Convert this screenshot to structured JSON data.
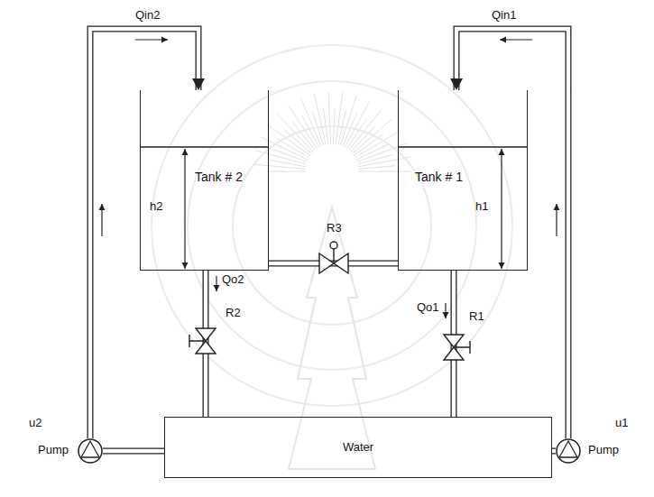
{
  "diagram": {
    "nodes": [
      {
        "text": [
          "Tank # 2"
        ]
      },
      {
        "text": [
          "Tank # 1"
        ]
      },
      {
        "text": [
          "Water"
        ]
      },
      {
        "text": [
          "Pump"
        ]
      },
      {
        "text": [
          "Pump"
        ]
      }
    ],
    "edges": [
      {
        "from": 3,
        "to": 0,
        "arrow": "to"
      },
      {
        "from": 4,
        "to": 1,
        "arrow": "to"
      },
      {
        "from": 0,
        "to": 2,
        "arrow": "none"
      },
      {
        "from": 1,
        "to": 2,
        "arrow": "none"
      },
      {
        "from": 0,
        "to": 1,
        "arrow": "none"
      },
      {
        "from": 3,
        "to": 2,
        "arrow": "none"
      },
      {
        "from": 4,
        "to": 2,
        "arrow": "none"
      }
    ],
    "labels": [
      "Qin2",
      "Qin1",
      "h2",
      "h1",
      "R3",
      "Qo2",
      "R2",
      "Qo1",
      "R1",
      "u2",
      "u1"
    ]
  }
}
